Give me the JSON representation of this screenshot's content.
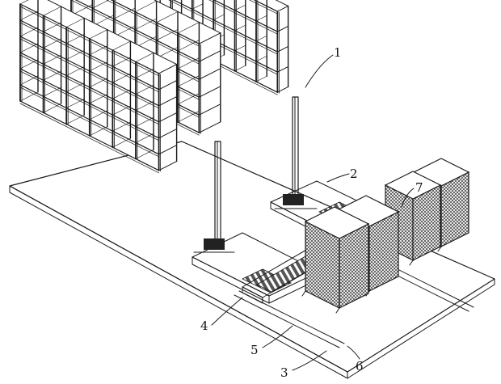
{
  "figure": {
    "callouts": [
      {
        "id": "1",
        "label": "1"
      },
      {
        "id": "2",
        "label": "2"
      },
      {
        "id": "3",
        "label": "3"
      },
      {
        "id": "4",
        "label": "4"
      },
      {
        "id": "5",
        "label": "5"
      },
      {
        "id": "6",
        "label": "6"
      },
      {
        "id": "7",
        "label": "7"
      }
    ],
    "colors": {
      "line": "#1a1a1a",
      "background": "#ffffff",
      "mesh": "#3a3a3a"
    }
  }
}
